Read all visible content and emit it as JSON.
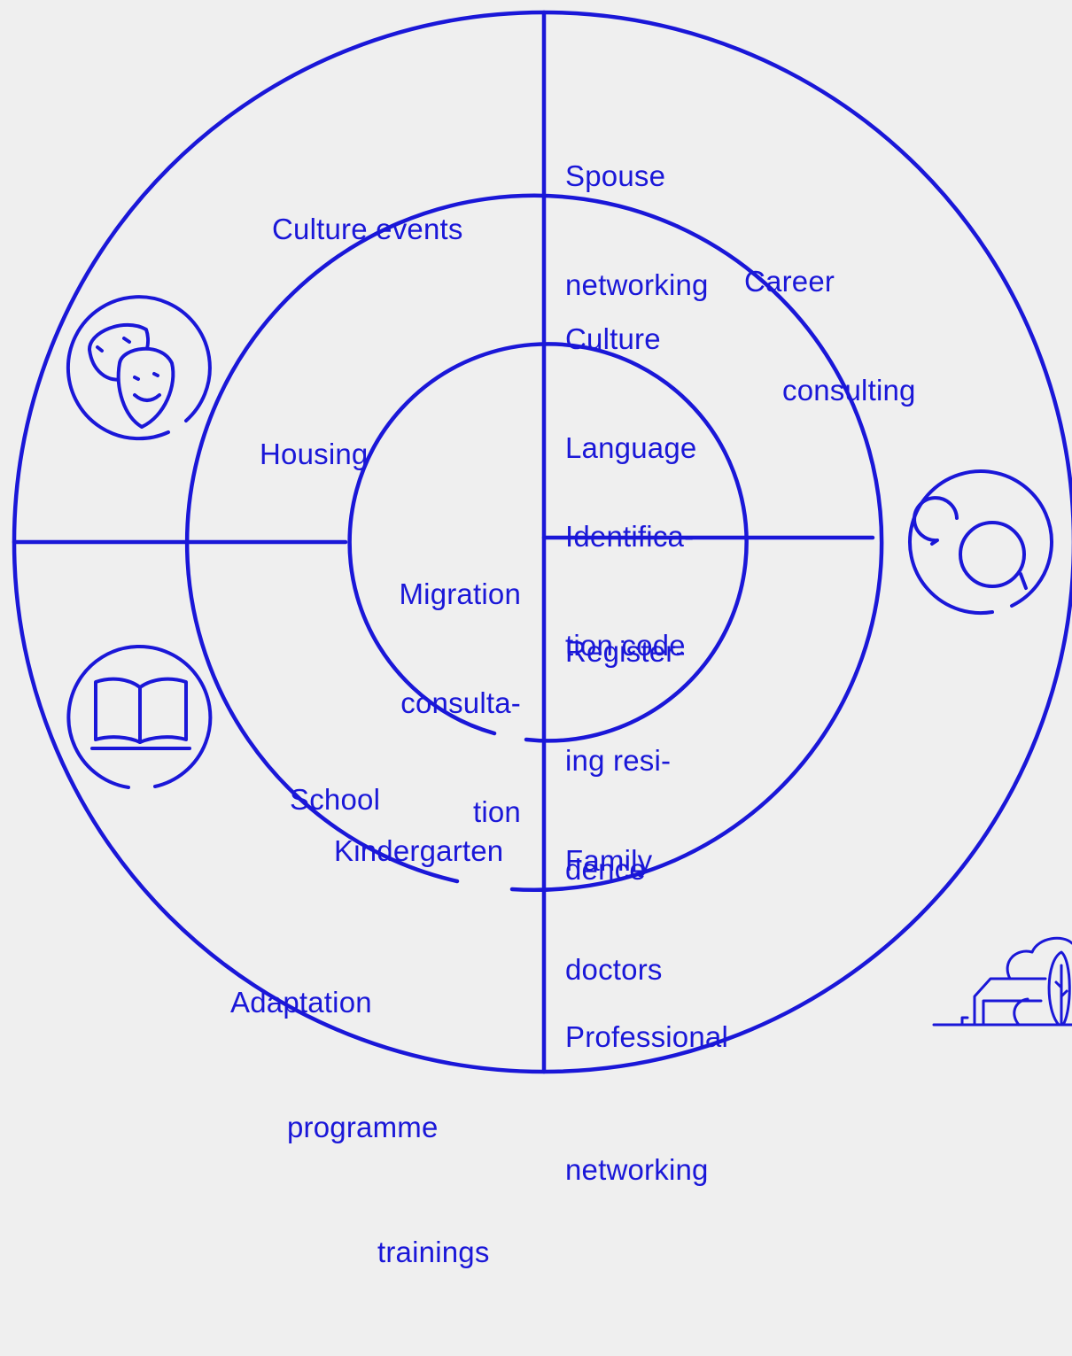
{
  "accent_color": "#1a17d8",
  "background_color": "#efefef",
  "labels": {
    "culture_events": "Culture events",
    "spouse_networking": [
      "Spouse",
      "networking"
    ],
    "career_consulting": [
      "Career",
      "consulting"
    ],
    "culture_language": [
      "Culture",
      "Language"
    ],
    "housing": "Housing",
    "migration_consultation": [
      "Migration",
      "consulta-",
      "tion"
    ],
    "identification_code": [
      "Identifica-",
      "tion code"
    ],
    "registering_residence": [
      "Register-",
      "ing resi-",
      "dence"
    ],
    "school": "School",
    "kindergarten": "Kindergarten",
    "family_doctors": [
      "Family",
      "doctors"
    ],
    "adaptation_programme": [
      "Adaptation",
      "programme",
      "trainings"
    ],
    "professional_networking": [
      "Professional",
      "networking"
    ]
  },
  "icons": {
    "theatre": "theatre-masks-icon",
    "chat": "speech-bubbles-icon",
    "book": "open-book-icon",
    "house": "house-with-trees-icon"
  }
}
